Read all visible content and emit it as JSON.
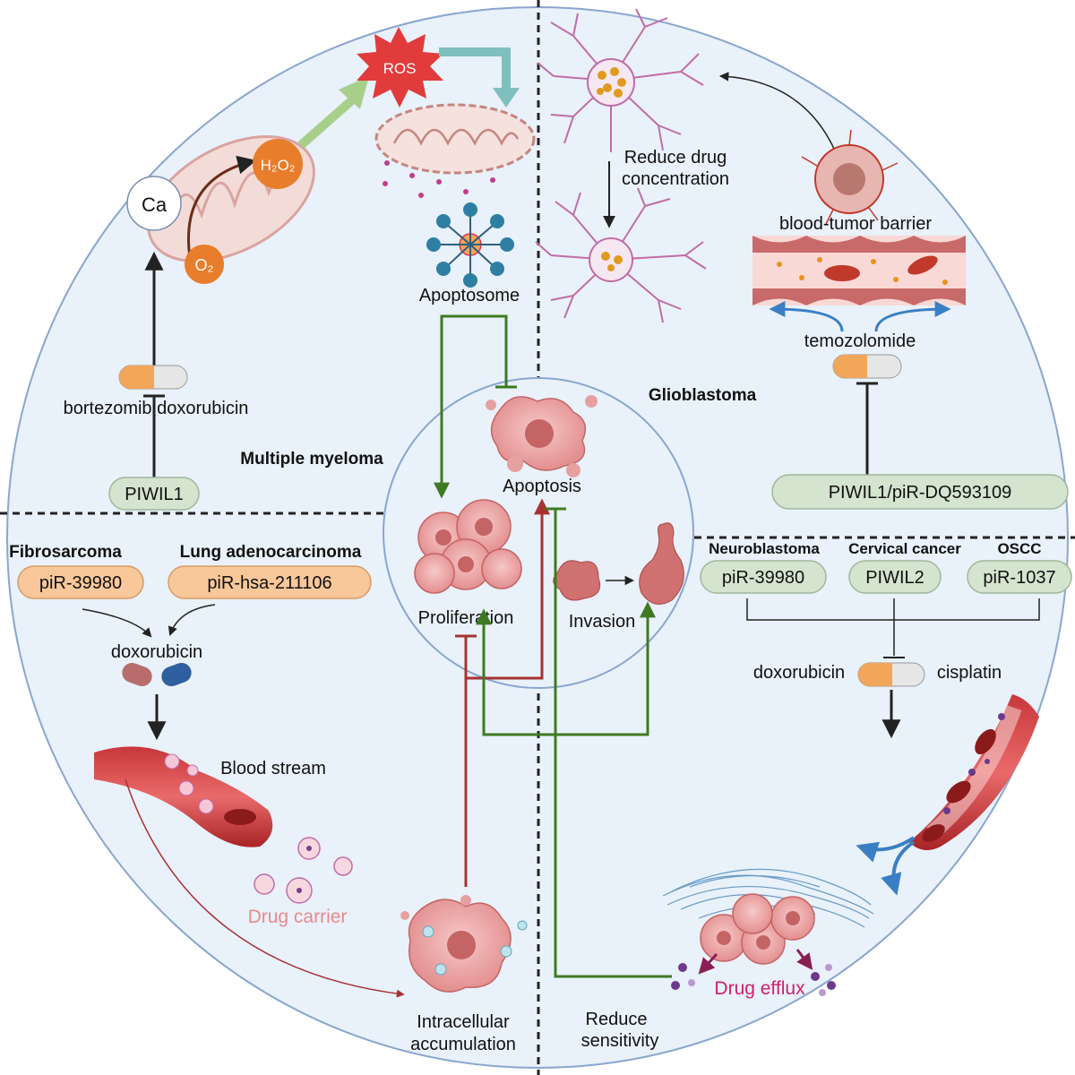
{
  "sections": {
    "multiple_myeloma": "Multiple myeloma",
    "glioblastoma": "Glioblastoma",
    "fibrosarcoma": "Fibrosarcoma",
    "lung_adenocarcinoma": "Lung adenocarcinoma",
    "neuroblastoma": "Neuroblastoma",
    "cervical_cancer": "Cervical cancer",
    "oscc": "OSCC"
  },
  "top_left": {
    "ros": "ROS",
    "h2o2": "H₂O₂",
    "o2": "O₂",
    "ca": "Ca",
    "apoptosome": "Apoptosome",
    "drugs": "bortezomib doxorubicin",
    "regulator": "PIWIL1"
  },
  "top_right": {
    "reduce_drug_1": "Reduce drug",
    "reduce_drug_2": "concentration",
    "btb": "blood-tumor barrier",
    "drug": "temozolomide",
    "regulator": "PIWIL1/piR-DQ593109"
  },
  "center": {
    "apoptosis": "Apoptosis",
    "proliferation": "Proliferation",
    "invasion": "Invasion"
  },
  "bottom_left": {
    "fibrosarcoma_rna": "piR-39980",
    "lung_rna": "piR-hsa-211106",
    "drug": "doxorubicin",
    "blood_stream": "Blood stream",
    "drug_carrier": "Drug carrier",
    "intracellular_1": "Intracellular",
    "intracellular_2": "accumulation"
  },
  "bottom_right": {
    "neuroblastoma_rna": "piR-39980",
    "cervical_rna": "PIWIL2",
    "oscc_rna": "piR-1037",
    "drug_left": "doxorubicin",
    "drug_right": "cisplatin",
    "drug_efflux": "Drug efflux",
    "reduce_1": "Reduce",
    "reduce_2": "sensitivity"
  },
  "colors": {
    "circle_fill": "#e9f1fa",
    "circle_stroke": "#8aa6cf",
    "pill_green": "#d4e4cf",
    "pill_orange": "#f8c79a",
    "arrow_green": "#3f7a23",
    "arrow_red": "#a83232",
    "drug_carrier": "#e88a8a",
    "drug_efflux": "#d1206b",
    "cell_pink": "#e8a0a0"
  }
}
